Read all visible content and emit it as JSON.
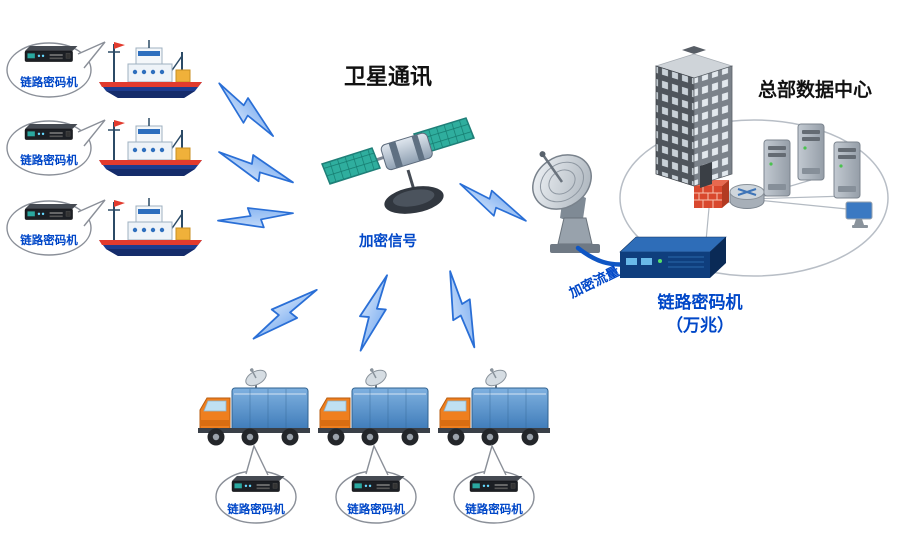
{
  "titles": {
    "satellite": "卫星通讯",
    "hq": "总部数据中心"
  },
  "labels": {
    "encrypted_signal": "加密信号",
    "encrypted_traffic": "加密流量",
    "cipher_10g_line1": "链路密码机",
    "cipher_10g_line2": "（万兆）"
  },
  "ship_callouts": [
    {
      "label": "链路密码机"
    },
    {
      "label": "链路密码机"
    },
    {
      "label": "链路密码机"
    }
  ],
  "truck_callouts": [
    {
      "label": "链路密码机"
    },
    {
      "label": "链路密码机"
    },
    {
      "label": "链路密码机"
    }
  ],
  "colors": {
    "label_blue": "#0047c8",
    "bolt_blue": "#5b9bee",
    "bolt_edge": "#2a6fd6",
    "ship_hull": "#1d3c8f",
    "truck_cab_orange": "#ef7f1f",
    "container_blue": "#3d7ab8",
    "device_navy": "#0f3e7d",
    "firewall_red": "#d9482e",
    "panel_teal": "#2fae9e"
  },
  "icons": {
    "ship": "ship-icon",
    "truck": "truck-icon",
    "satellite": "satellite-icon",
    "dish": "dish-antenna-icon",
    "cipher_device": "cipher-device-icon",
    "building": "hq-building-icon",
    "server": "server-icon",
    "router": "router-icon",
    "firewall": "firewall-icon",
    "monitor": "monitor-icon",
    "lightning": "lightning-bolt-icon"
  }
}
